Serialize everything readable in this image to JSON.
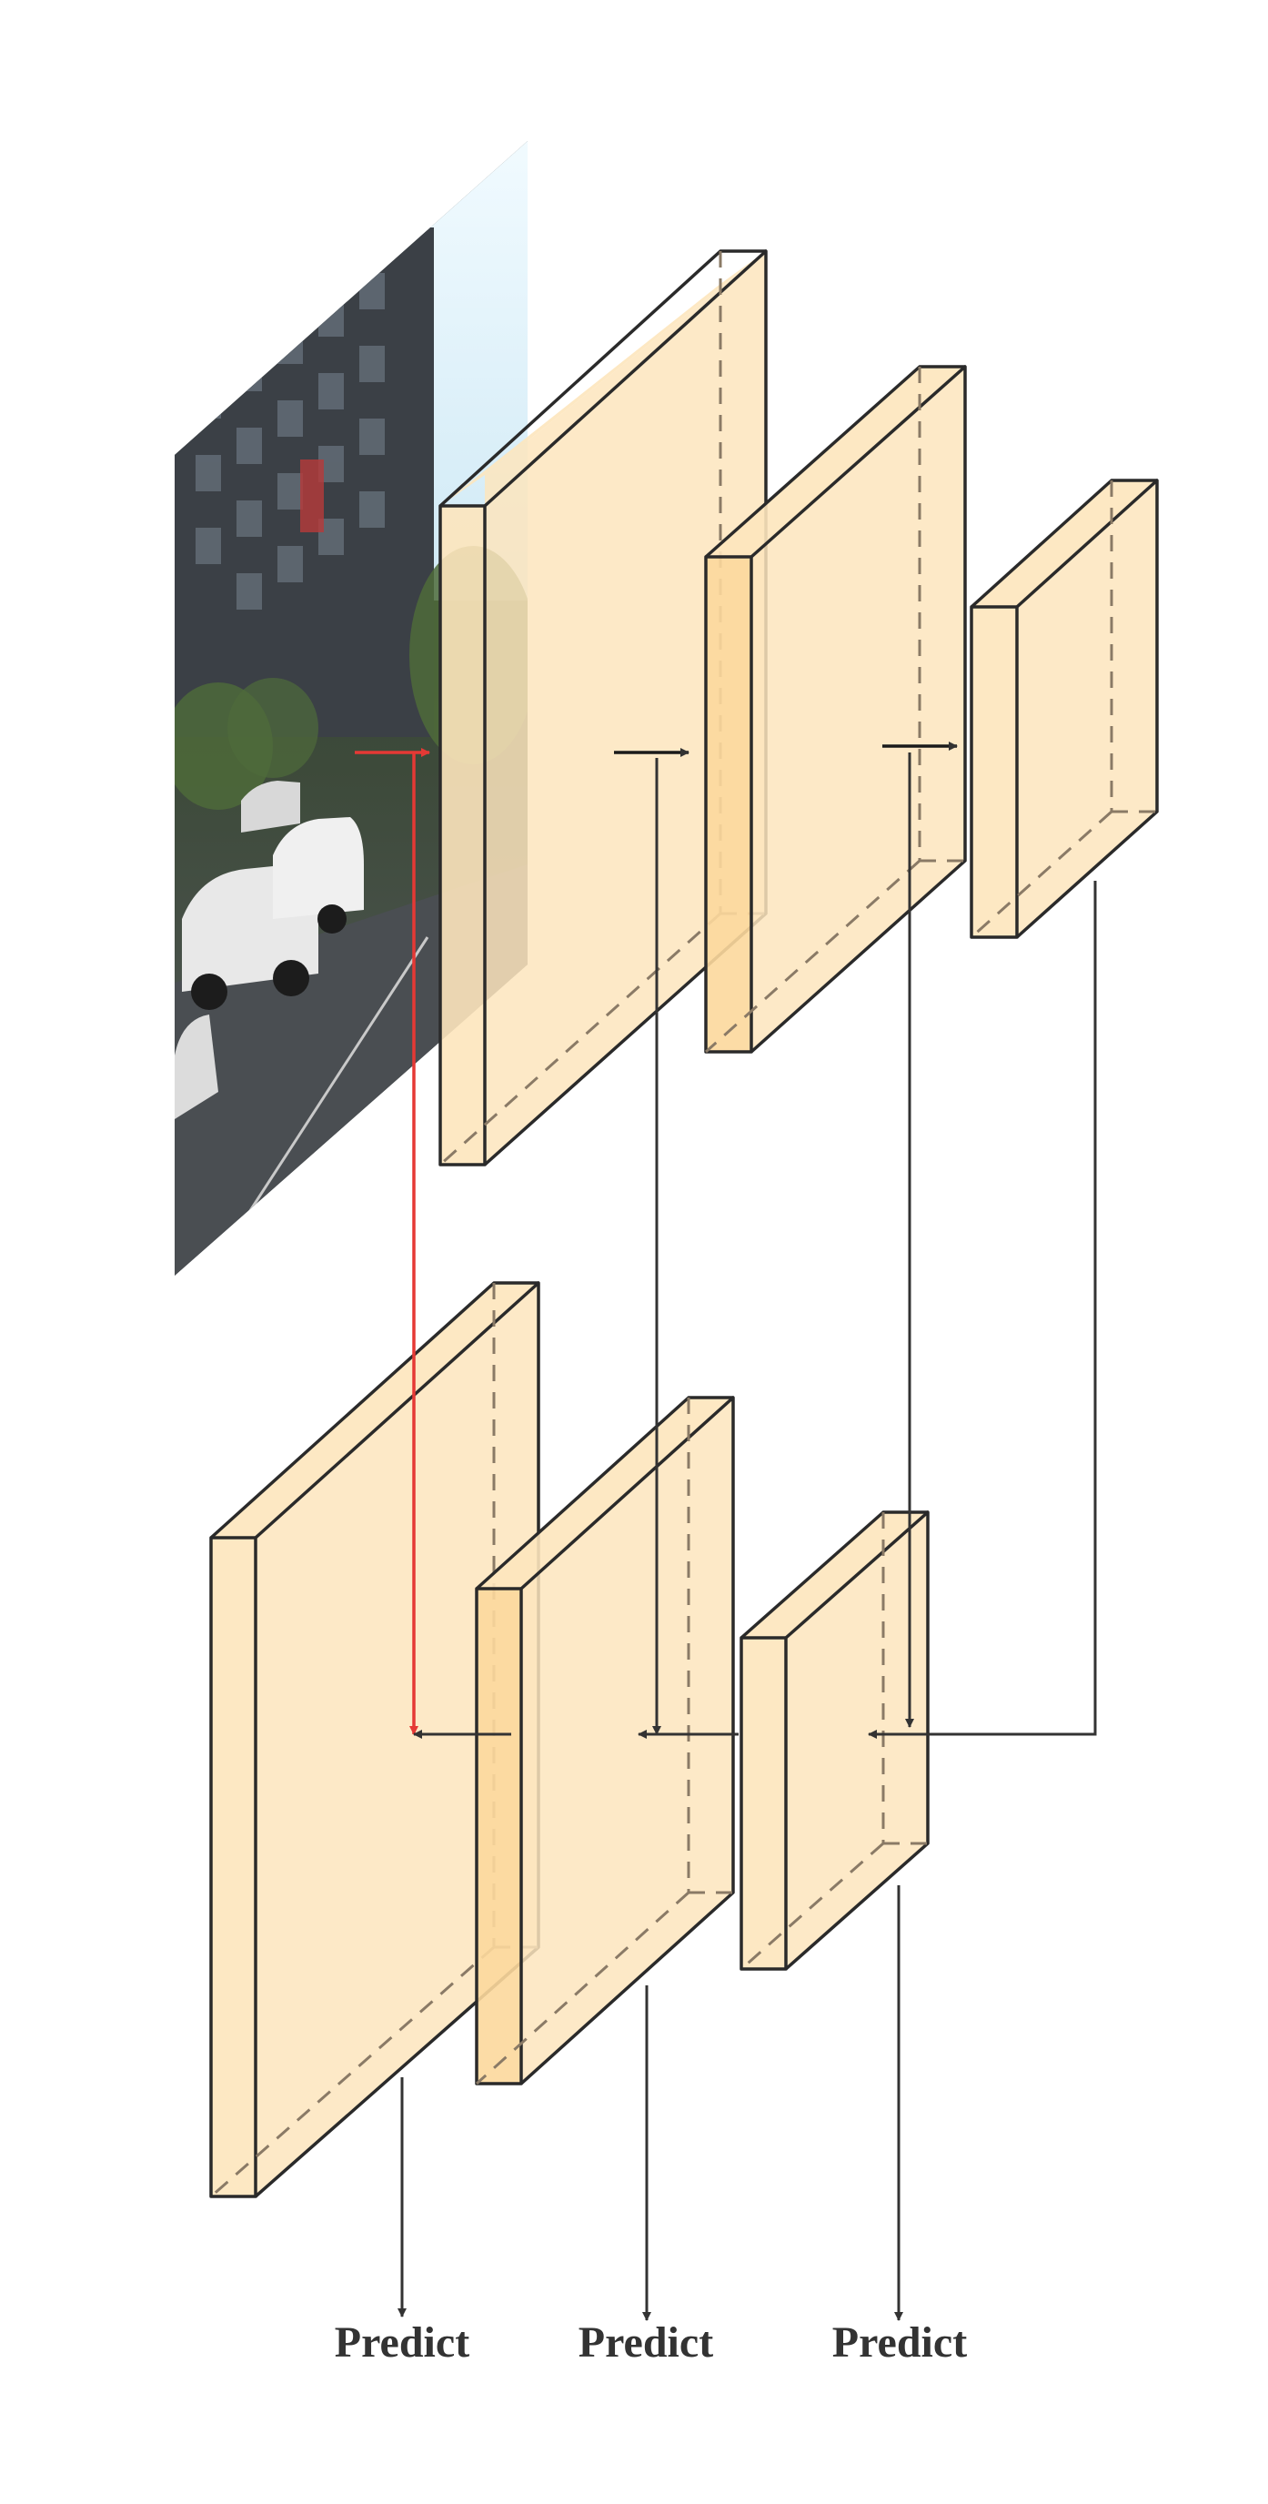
{
  "colors": {
    "block_fill": "#fde5bd",
    "block_edge": "#2a2a2a",
    "hidden_edge": "#8a7a66",
    "arrow": "#333333",
    "skip_arrow": "#e53935",
    "sky": "#dff3fb",
    "road": "#4a4e52",
    "building": "#3a3f44"
  },
  "predict_labels": [
    "Predict",
    "Predict",
    "Predict"
  ],
  "icons": {
    "input_image": "street-scene-photo-icon"
  }
}
